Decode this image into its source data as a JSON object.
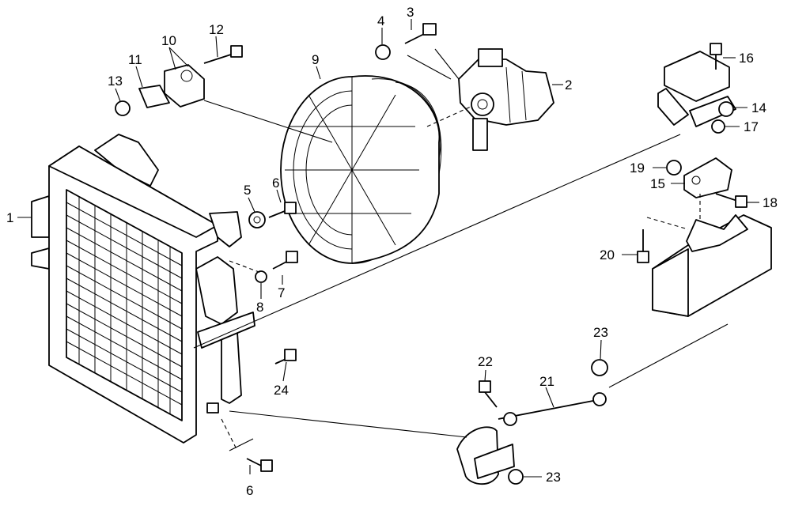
{
  "labels": {
    "l1": "1",
    "l2": "2",
    "l3": "3",
    "l4": "4",
    "l5": "5",
    "l6": "6",
    "l6b": "6",
    "l7": "7",
    "l8": "8",
    "l9": "9",
    "l10": "10",
    "l11": "11",
    "l12": "12",
    "l13": "13",
    "l14": "14",
    "l15": "15",
    "l16": "16",
    "l17": "17",
    "l18": "18",
    "l19": "19",
    "l20": "20",
    "l21": "21",
    "l22": "22",
    "l23": "23",
    "l23b": "23",
    "l24": "24"
  }
}
